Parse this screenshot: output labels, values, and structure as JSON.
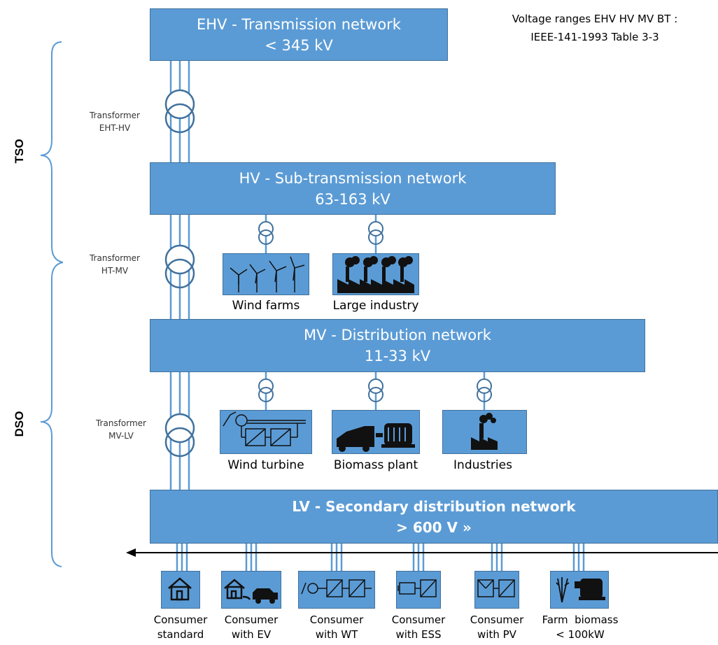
{
  "note": {
    "line1": "Voltage ranges  EHV HV MV BT :",
    "line2": "IEEE-141-1993 Table 3-3"
  },
  "networks": {
    "ehv": {
      "line1": "EHV - Transmission network",
      "line2": "< 345 kV"
    },
    "hv": {
      "line1": "HV - Sub-transmission network",
      "line2": "63-163 kV"
    },
    "mv": {
      "line1": "MV - Distribution network",
      "line2": "11-33 kV"
    },
    "lv": {
      "line1": "LV - Secondary distribution network",
      "line2": "> 600 V »"
    }
  },
  "transformers": [
    {
      "line1": "Transformer",
      "line2": "EHT-HV"
    },
    {
      "line1": "Transformer",
      "line2": "HT-MV"
    },
    {
      "line1": "Transformer",
      "line2": "MV-LV"
    }
  ],
  "operators": {
    "tso": "TSO",
    "dso": "DSO"
  },
  "hv_loads": [
    {
      "label": "Wind farms",
      "icon": "wind-farm-icon"
    },
    {
      "label": "Large industry",
      "icon": "large-industry-icon"
    }
  ],
  "mv_loads": [
    {
      "label": "Wind turbine",
      "icon": "wind-turbine-converter-icon"
    },
    {
      "label": "Biomass plant",
      "icon": "biomass-plant-icon"
    },
    {
      "label": "Industries",
      "icon": "factory-icon"
    }
  ],
  "consumers": [
    {
      "line1": "Consumer",
      "line2": "standard",
      "icon": "house-icon"
    },
    {
      "line1": "Consumer",
      "line2": "with EV",
      "icon": "house-ev-icon"
    },
    {
      "line1": "Consumer",
      "line2": "with WT",
      "icon": "wind-turbine-converter-icon"
    },
    {
      "line1": "Consumer",
      "line2": "with ESS",
      "icon": "battery-converter-icon"
    },
    {
      "line1": "Consumer",
      "line2": "with PV",
      "icon": "pv-converter-icon"
    },
    {
      "line1": "Farm  biomass",
      "line2": "< 100kW",
      "icon": "farm-biomass-icon"
    }
  ],
  "colors": {
    "network_fill": "#5b9bd5",
    "network_border": "#41719c",
    "line": "#5b9bd5",
    "text_on_fill": "#ffffff"
  }
}
